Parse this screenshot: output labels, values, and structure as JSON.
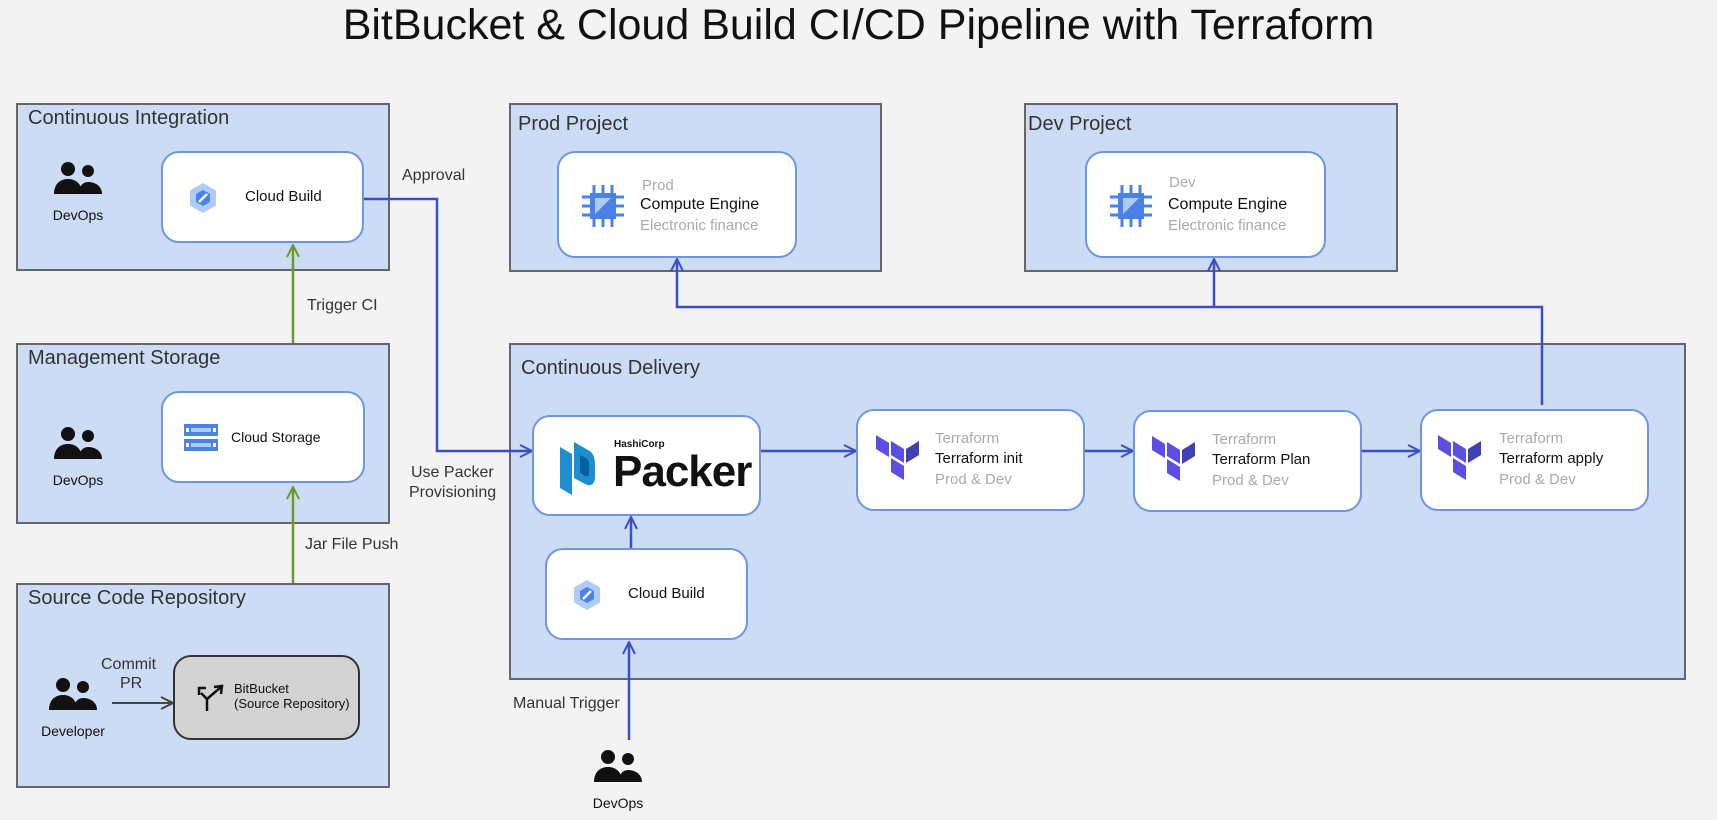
{
  "title": "BitBucket & Cloud Build CI/CD Pipeline with Terraform",
  "groups": {
    "ci": "Continuous Integration",
    "storage": "Management Storage",
    "source": "Source Code Repository",
    "prod": "Prod Project",
    "dev": "Dev Project",
    "cd": "Continuous Delivery"
  },
  "actors": {
    "ci_devops": "DevOps",
    "storage_devops": "DevOps",
    "developer": "Developer",
    "manual_devops": "DevOps"
  },
  "nodes": {
    "cloud_build_ci": "Cloud Build",
    "cloud_storage": "Cloud Storage",
    "bitbucket_line1": "BitBucket",
    "bitbucket_line2": "(Source Repository)",
    "prod_compute": {
      "env": "Prod",
      "name": "Compute Engine",
      "desc": "Electronic finance"
    },
    "dev_compute": {
      "env": "Dev",
      "name": "Compute Engine",
      "desc": "Electronic finance"
    },
    "packer": {
      "brand": "HashiCorp",
      "name": "Packer"
    },
    "cloud_build_cd": "Cloud Build",
    "tf_init": {
      "tool": "Terraform",
      "name": "Terraform init",
      "env": "Prod & Dev"
    },
    "tf_plan": {
      "tool": "Terraform",
      "name": "Terraform Plan",
      "env": "Prod & Dev"
    },
    "tf_apply": {
      "tool": "Terraform",
      "name": "Terraform apply",
      "env": "Prod & Dev"
    }
  },
  "edges": {
    "approval": "Approval",
    "trigger_ci": "Trigger CI",
    "jar_push": "Jar File Push",
    "commit": "Commit",
    "pr": "PR",
    "use_packer_1": "Use Packer",
    "use_packer_2": "Provisioning",
    "manual_trigger": "Manual Trigger"
  },
  "colors": {
    "group_fill": "#cddcf5",
    "arrow_blue": "#3a4fc7",
    "arrow_green": "#6a9a2a",
    "terraform": "#5c4ee5",
    "gcp_blue": "#4a82e8",
    "packer_blue": "#1d8fd1"
  },
  "icons": [
    "people-icon",
    "cloud-build-icon",
    "cloud-storage-icon",
    "compute-engine-icon",
    "branch-icon",
    "terraform-icon",
    "packer-icon"
  ]
}
